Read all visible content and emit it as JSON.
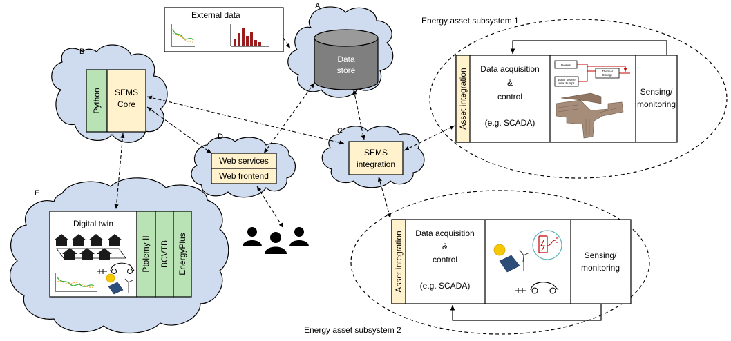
{
  "labels": {
    "a": "A",
    "b": "B",
    "c": "C",
    "d": "D",
    "e": "E"
  },
  "external_data": {
    "title": "External data"
  },
  "data_store": {
    "line1": "Data",
    "line2": "store"
  },
  "sems_core": {
    "python": "Python",
    "line1": "SEMS",
    "line2": "Core"
  },
  "web": {
    "services": "Web services",
    "frontend": "Web frontend"
  },
  "sems_integration": {
    "line1": "SEMS",
    "line2": "integration"
  },
  "digital_twin": {
    "title": "Digital twin",
    "tools": [
      "Ptolemy II",
      "BCVTB",
      "EnergyPlus"
    ]
  },
  "subsystem1": {
    "title": "Energy asset subsystem 1",
    "asset_integration": "Asset integration",
    "daq_line1": "Data acquisition",
    "daq_line2": "&",
    "daq_line3": "control",
    "daq_line4": "(e.g. SCADA)",
    "sensing_line1": "Sensing/",
    "sensing_line2": "monitoring",
    "schematic": {
      "boilers": "Boilers",
      "heat_pumps_line1": "Water Source",
      "heat_pumps_line2": "Heat Pumps",
      "storage_line1": "Thermal",
      "storage_line2": "Storage"
    }
  },
  "subsystem2": {
    "title": "Energy asset subsystem 2",
    "asset_integration": "Asset integration",
    "daq_line1": "Data acquisition",
    "daq_line2": "&",
    "daq_line3": "control",
    "daq_line4": "(e.g. SCADA)",
    "sensing_line1": "Sensing/",
    "sensing_line2": "monitoring"
  },
  "colors": {
    "cloud": "#cfdcef",
    "yellow_box": "#fff2cc",
    "green_box": "#b9e3b5",
    "cylinder": "#7f7f7f",
    "accent_red": "#c00000"
  }
}
